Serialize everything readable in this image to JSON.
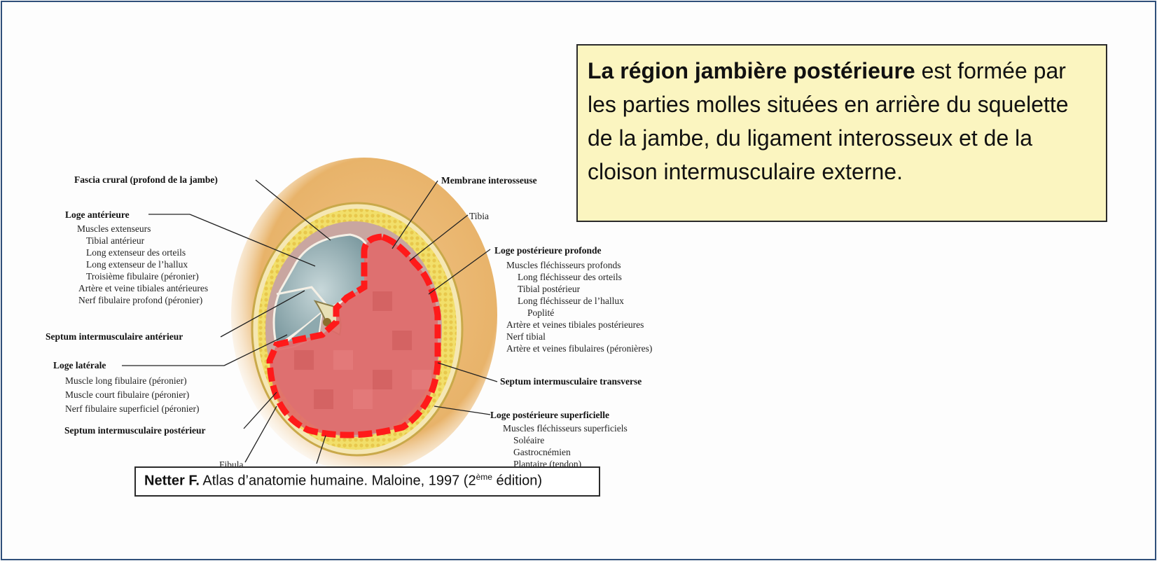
{
  "info_box": {
    "bold": "La région jambière postérieure",
    "rest": " est formée par les parties molles situées en arrière du squelette de la jambe, du ligament interosseux et de la cloison intermusculaire externe."
  },
  "citation": {
    "author": "Netter F.",
    "text_before": " Atlas d’anatomie humaine. Maloine, 1997 (2",
    "sup": "ème",
    "text_after": " édition)"
  },
  "labels": {
    "fascia": "Fascia crural (profond de la jambe)",
    "membrane": "Membrane interosseuse",
    "tibia": "Tibia",
    "loge_ant": "Loge antérieure",
    "ant_1": "Muscles extenseurs",
    "ant_2": "Tibial antérieur",
    "ant_3": "Long extenseur des orteils",
    "ant_4": "Long extenseur de l’hallux",
    "ant_5": "Troisième fibulaire (péronier)",
    "ant_6": "Artère et veine tibiales antérieures",
    "ant_7": "Nerf fibulaire profond (péronier)",
    "loge_post_prof": "Loge postérieure profonde",
    "pp_1": "Muscles fléchisseurs profonds",
    "pp_2": "Long fléchisseur des orteils",
    "pp_3": "Tibial postérieur",
    "pp_4": "Long fléchisseur de l’hallux",
    "pp_5": "Poplité",
    "pp_6": "Artère et veines tibiales postérieures",
    "pp_7": "Nerf tibial",
    "pp_8": "Artère et veines fibulaires (péronières)",
    "septum_ant": "Septum intermusculaire antérieur",
    "loge_lat": "Loge latérale",
    "lat_1": "Muscle long fibulaire (péronier)",
    "lat_2": "Muscle court fibulaire (péronier)",
    "lat_3": "Nerf fibulaire superficiel (péronier)",
    "septum_trans": "Septum intermusculaire transverse",
    "loge_post_sup": "Loge postérieure superficielle",
    "ps_1": "Muscles fléchisseurs superficiels",
    "ps_2": "Soléaire",
    "ps_3": "Gastrocnémien",
    "ps_4": "Plantaire (tendon)",
    "septum_post": "Septum intermusculaire postérieur",
    "fibula": "Fibula"
  },
  "colors": {
    "highlight_fill": "#e06b6b",
    "highlight_dash": "#ff1a1a",
    "fat": "#f2df6a",
    "anterior": "#9fb8bd",
    "skin": "#e9b66b",
    "info_bg": "#fbf5c0"
  }
}
